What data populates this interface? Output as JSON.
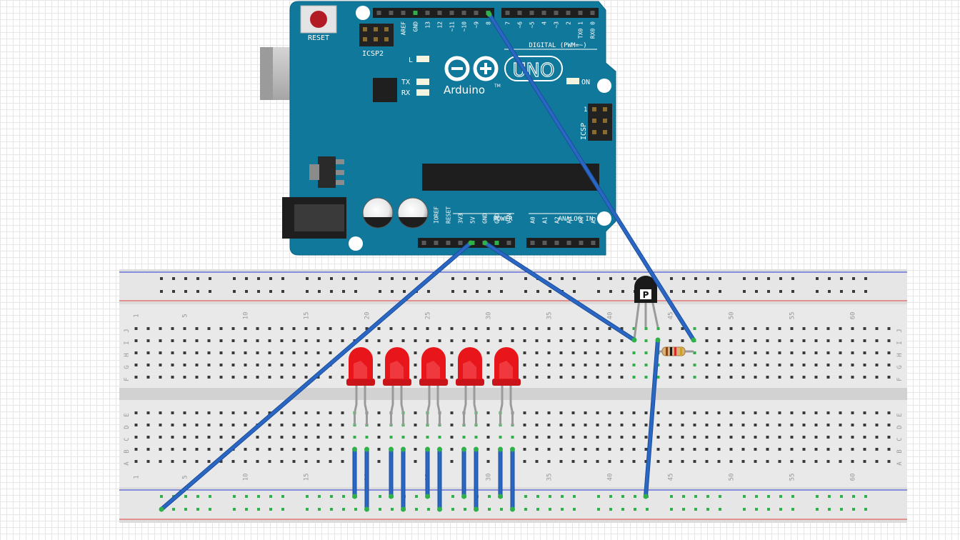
{
  "arduino": {
    "reset_label": "RESET",
    "icsp2_label": "ICSP2",
    "icsp_label": "ICSP",
    "icsp_pin1": "1",
    "led_l_label": "L",
    "tx_label": "TX",
    "rx_label": "RX",
    "on_label": "ON",
    "brand": "Arduino",
    "tm": "TM",
    "model": "UNO",
    "digital_label": "DIGITAL (PWM=~)",
    "power_label": "POWER",
    "analog_label": "ANALOG IN",
    "digital_pins_left": [
      "AREF",
      "GND",
      "13",
      "12",
      "~11",
      "~10",
      "~9",
      "8"
    ],
    "digital_pins_right": [
      "7",
      "~6",
      "~5",
      "4",
      "~3",
      "2",
      "TX0 1",
      "RX0 0"
    ],
    "power_pins": [
      "IOREF",
      "RESET",
      "3V3",
      "5V",
      "GND",
      "GND",
      "VIN"
    ],
    "analog_pins": [
      "A0",
      "A1",
      "A2",
      "A3",
      "A4",
      "A5"
    ]
  },
  "breadboard": {
    "columns": 63,
    "column_numbers": [
      "1",
      "5",
      "10",
      "15",
      "20",
      "25",
      "30",
      "35",
      "40",
      "45",
      "50",
      "55",
      "60"
    ],
    "row_letters_top": [
      "J",
      "I",
      "H",
      "G",
      "F"
    ],
    "row_letters_bottom": [
      "E",
      "D",
      "C",
      "B",
      "A"
    ]
  },
  "transistor": {
    "marking": "P"
  },
  "components": {
    "leds": [
      {
        "color": "#e8161b"
      },
      {
        "color": "#e8161b"
      },
      {
        "color": "#e8161b"
      },
      {
        "color": "#e8161b"
      },
      {
        "color": "#e8161b"
      }
    ],
    "wire_color": "#2a66c4"
  }
}
